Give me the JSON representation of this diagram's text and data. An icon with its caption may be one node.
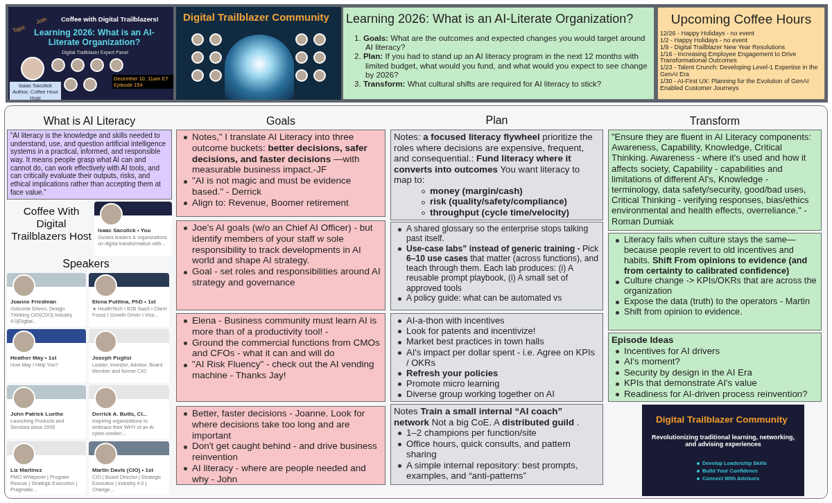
{
  "diagram": {
    "nodes": [
      {
        "text": [
          "Topic",
          "Join",
          "Coffee with Digital Trailblazers!",
          "Learning 2026: What is an AI-Literate Organization?",
          "Digital Trailblazer Expert Panel",
          "Isaac Sacolick Author, Coffee Hour Host",
          "December 10, 11am ET Episode 154"
        ]
      },
      {
        "text": [
          "Digital Trailblazer Community"
        ]
      },
      {
        "text": [
          "Learning 2026: What is an AI-Literate Organization?",
          "1. **Goals:** What are the outcomes and expected changes you would target around AI literacy?",
          "2. **Plan:** If you had to stand up an AI literacy program in the next 12 months with limited budget, what would you fund, and what would you expect to see change by 2026?",
          "3. **Transform:** What cultural shifts are required for AI literacy to stick?"
        ]
      },
      {
        "text": [
          "Upcoming Coffee Hours",
          "12/26 - Happy Holidays - no event",
          "1/2 - Happy Holidays - no event",
          "1/9 - Digital Trailblazer New Year Resolutions",
          "1/16 - Increasing Employee Engagement to Drive Transformational Outcomes",
          "1/23 - Talent Crunch: Developing Level-1 Expertise in the GenAI Era",
          "1/30 - AI-First UX: Planning for the Evolution of GenAI Enabled Customer Journeys"
        ]
      },
      {
        "text": [
          "\"AI literacy is the knowledge and skills needed to understand, use, and question artificial intelligence systems in a practical, informed, and responsible way. It means people grasp what AI can and cannot do, can work effectively with AI tools, and can critically evaluate their outputs, risks, and ethical implications rather than accepting them at face value.\""
        ]
      },
      {
        "text": [
          "Isaac Sacolick • You",
          "Guides leaders & organizations on digital transformation with..."
        ]
      },
      {
        "text": [
          "Joanne Friedman",
          "Outcome Driven, Design Thinking CIO|CDO| Industry 4.0|Digital..."
        ]
      },
      {
        "text": [
          "Elena Putilina, PhD • 1st",
          "★ HealthTech I B2B SaaS I Client Focus I Growth Driver I Vice..."
        ]
      },
      {
        "text": [
          "Heather May • 1st",
          "How May I Help You?"
        ]
      },
      {
        "text": [
          "Joseph Puglisi",
          "Leader, Investor, Advisor, Board Member and former CIO"
        ]
      },
      {
        "text": [
          "John Patrick Luethe",
          "Launching Products and Services since 2005"
        ]
      },
      {
        "text": [
          "Derrick A. Butts, CI...",
          "Inspiring organizations to embrace their WHY of an AI cyber-resilien..."
        ]
      },
      {
        "text": [
          "Liz Martinez",
          "PMO Whisperer | Program Rescue | Strategic Execution | Pragmatic..."
        ]
      },
      {
        "text": [
          "Martin Davis (CIO) • 1st",
          "CIO | Board Director | Strategic Executive | Industry 4.0 | Change..."
        ]
      },
      {
        "text": [
          "Notes,” I translate AI Literacy into three outcome buckets: **better decisions, safer decisions, and faster decisions** —with measurable business impact.-JF",
          "\"AI is not magic and must be evidence based.\" - Derrick",
          "Align to: Revenue, Boomer retirement"
        ]
      },
      {
        "text": [
          "Joe's AI goals (w/o an Chief AI Officer) - but identify members of your staff w sole responsibility to track developments in AI world and shape AI strategy.",
          "Goal - set roles and responsibilities around AI strategy and governance"
        ]
      },
      {
        "text": [
          "Elena - Business community must learn AI is more than of a productivity tool! -",
          "Ground the commercial functions from CMOs and CFOs - what it can and will do",
          "\"AI Risk Fluency\" - check out the AI vending machine - Thanks Jay!"
        ]
      },
      {
        "text": [
          "Better, faster decisions - Joanne. Look for where decisions take too long and are important",
          "Don't get caught behind - and drive business reinvention",
          "AI literacy - where are people needed and why - John"
        ]
      },
      {
        "text": [
          "Notes: **a focused literacy flywheel** prioritize the roles where decisions are expensive, frequent, and consequential.: **Fund literacy where it converts into outcomes** You want literacy to map to:",
          "money (margin/cash)",
          "risk (quality/safety/compliance)",
          "throughput (cycle time/velocity)"
        ]
      },
      {
        "text": [
          "A shared glossary so the enterprise stops talking past itself.",
          "**Use-case labs” instead of generic training -** Pick **6–10 use cases** that matter (across functions), and teach through them. Each lab produces: (i) A reusable prompt playbook, (i) A small set of approved tools",
          "A policy guide: what can be automated vs"
        ]
      },
      {
        "text": [
          "AI-a-thon with incentives",
          "Look for patents and incentivize!",
          "Market best practices in town halls",
          "AI's impact per dollar spent - i.e. Agree on KPIs / OKRs",
          "Refresh your policies",
          "Promote micro learning",
          "Diverse group working together on AI"
        ]
      },
      {
        "text": [
          "Notes **Train a small internal “AI coach” network** Not a big CoE. A **distributed guild** .",
          "1–2 champions per function/site",
          "Office hours, quick consults, and pattern sharing",
          "A simple internal repository: best prompts, examples, and “anti-patterns”"
        ]
      },
      {
        "text": [
          "\"Ensure they are fluent in AI Literacy components: Awareness, Capability, Knowledge, Critical Thinking. Awareness - where it's used and how it affects society, Capability - capabilities and limitations of different AI's, Knowledge - terminology, data safety/security, good/bad uses, Critical Thinking - verifying responses, bias/ethics environmental and health effects, overreliance.\" - Roman Dumiak"
        ]
      },
      {
        "text": [
          "Literacy fails when culture stays the same—because people revert to old incentives and habits. **Shift From opinions to evidence (and from certainty to calibrated confidence)**",
          "Culture change -> KPIs/OKRs that are across the organization",
          "Expose the data (truth) to the operators - Martin",
          "Shift from opinion to evidence."
        ]
      },
      {
        "text": [
          "Episode Ideas",
          "Incentives for AI drivers",
          "AI's moment?",
          "Security by design in the AI Era",
          "KPIs that demonstrate AI's value",
          "Readiness for AI-driven process reinvention?"
        ]
      },
      {
        "text": [
          "Digital Trailblazer Community",
          "Revolutionizing traditional learning, networking, and advising experiences",
          "Develop Leadership Skills",
          "Build Your Confidence",
          "Connect With Advisors"
        ]
      }
    ],
    "labels": [
      "What is AI Literacy",
      "Goals",
      "Plan",
      "Transform",
      "Coffee With Digital Trailblazers Host",
      "Speakers"
    ]
  }
}
